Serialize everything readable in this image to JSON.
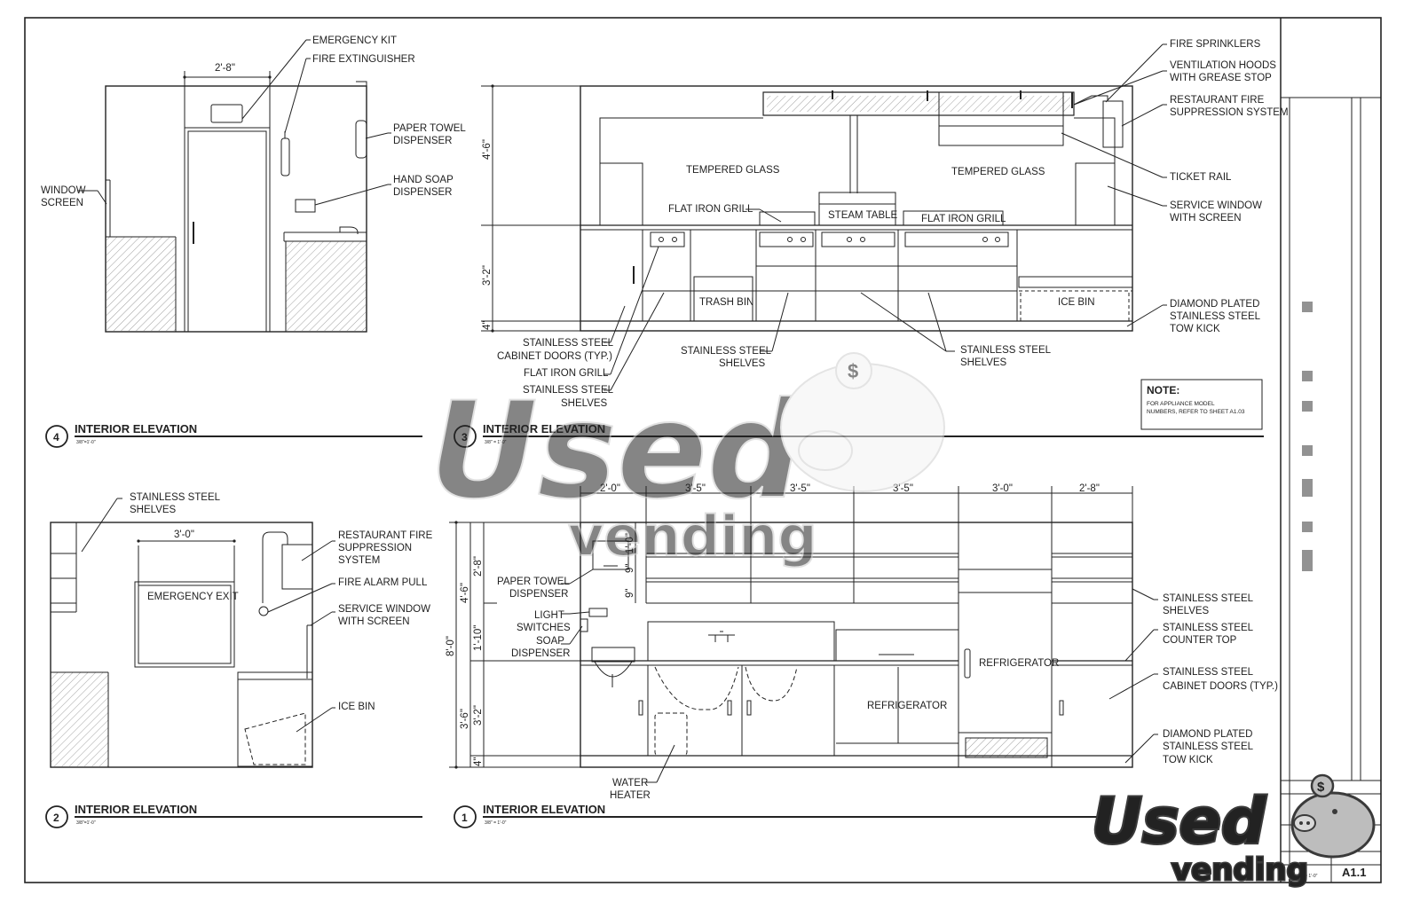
{
  "elevation4": {
    "num": "4",
    "title": "INTERIOR ELEVATION",
    "scale": "3/8\"=1'-0\"",
    "dim_width": "2'-8\"",
    "labels": {
      "emergency_kit": "EMERGENCY KIT",
      "fire_extinguisher": "FIRE EXTINGUISHER",
      "paper_towel_1": "PAPER TOWEL",
      "paper_towel_2": "DISPENSER",
      "hand_soap_1": "HAND SOAP",
      "hand_soap_2": "DISPENSER",
      "window_1": "WINDOW",
      "window_2": "SCREEN"
    }
  },
  "elevation3": {
    "num": "3",
    "title": "INTERIOR ELEVATION",
    "scale": "3/8\" = 1'-0\"",
    "dims": {
      "upper": "4'-6\"",
      "middle": "3'-2\"",
      "toe": "4\""
    },
    "labels": {
      "fire_sprinklers": "FIRE SPRINKLERS",
      "vent_1": "VENTILATION HOODS",
      "vent_2": "WITH GREASE STOP",
      "rfs_1": "RESTAURANT FIRE",
      "rfs_2": "SUPPRESSION SYSTEM",
      "ticket_rail": "TICKET RAIL",
      "svc_1": "SERVICE WINDOW",
      "svc_2": "WITH SCREEN",
      "tempered_left": "TEMPERED GLASS",
      "tempered_right": "TEMPERED GLASS",
      "flat_iron_left": "FLAT IRON GRILL",
      "steam_table": "STEAM TABLE",
      "flat_iron_right": "FLAT IRON GRILL",
      "trash_bin": "TRASH BIN",
      "ice_bin": "ICE BIN",
      "diamond_1": "DIAMOND PLATED",
      "diamond_2": "STAINLESS STEEL",
      "diamond_3": "TOW KICK",
      "cab_1": "STAINLESS STEEL",
      "cab_2": "CABINET DOORS (TYP.)",
      "flat_iron_grill": "FLAT IRON GRILL",
      "shelves_a1": "STAINLESS STEEL",
      "shelves_a2": "SHELVES",
      "shelves_b1": "STAINLESS STEEL",
      "shelves_b2": "SHELVES",
      "shelves_c1": "STAINLESS STEEL",
      "shelves_c2": "SHELVES"
    },
    "note": {
      "heading": "NOTE:",
      "line1": "FOR APPLIANCE MODEL",
      "line2": "NUMBERS, REFER TO SHEET A1.03"
    }
  },
  "elevation2": {
    "num": "2",
    "title": "INTERIOR ELEVATION",
    "scale": "3/8\"=1'-0\"",
    "dim_width": "3'-0\"",
    "labels": {
      "shelves_1": "STAINLESS STEEL",
      "shelves_2": "SHELVES",
      "rfs_1": "RESTAURANT FIRE",
      "rfs_2": "SUPPRESSION",
      "rfs_3": "SYSTEM",
      "fire_alarm": "FIRE ALARM PULL",
      "svc_1": "SERVICE WINDOW",
      "svc_2": "WITH SCREEN",
      "emergency_exit": "EMERGENCY EXIT",
      "ice_bin": "ICE BIN"
    }
  },
  "elevation1": {
    "num": "1",
    "title": "INTERIOR ELEVATION",
    "scale": "3/8\" = 1'-0\"",
    "top_dims": [
      "2'-0\"",
      "3'-5\"",
      "3'-5\"",
      "3'-5\"",
      "3'-0\"",
      "2'-8\""
    ],
    "side_dims": {
      "total": "8'-0\"",
      "upper": "4'-6\"",
      "lower": "3'-6\"",
      "u1": "2'-8\"",
      "u2": "1'-10\"",
      "l1": "3'-2\"",
      "toe": "4\"",
      "s1": "1'-0\"",
      "s2": "9\"",
      "s3": "9\""
    },
    "labels": {
      "paper_towel_1": "PAPER TOWEL",
      "paper_towel_2": "DISPENSER",
      "light_1": "LIGHT",
      "light_2": "SWITCHES",
      "soap_1": "SOAP",
      "soap_2": "DISPENSER",
      "water_1": "WATER",
      "water_2": "HEATER",
      "refrigerator_tall": "REFRIGERATOR",
      "refrigerator_low": "REFRIGERATOR",
      "shelves_1": "STAINLESS STEEL",
      "shelves_2": "SHELVES",
      "counter_1": "STAINLESS STEEL",
      "counter_2": "COUNTER TOP",
      "cab_1": "STAINLESS STEEL",
      "cab_2": "CABINET DOORS (TYP.)",
      "diamond_1": "DIAMOND PLATED",
      "diamond_2": "STAINLESS STEEL",
      "diamond_3": "TOW KICK"
    }
  },
  "title_block": {
    "sheet_number": "A1.1",
    "scale": "3/8\" = 1'-0\""
  },
  "watermark": {
    "word1": "Used",
    "word2": "vending",
    "currency": "$"
  },
  "colors": {
    "line": "#222222",
    "watermark_fill": "#f2f2f2",
    "watermark_stroke": "#c9c9c9",
    "logo_dark": "#3a3a3a",
    "logo_mid": "#bdbdbd"
  }
}
